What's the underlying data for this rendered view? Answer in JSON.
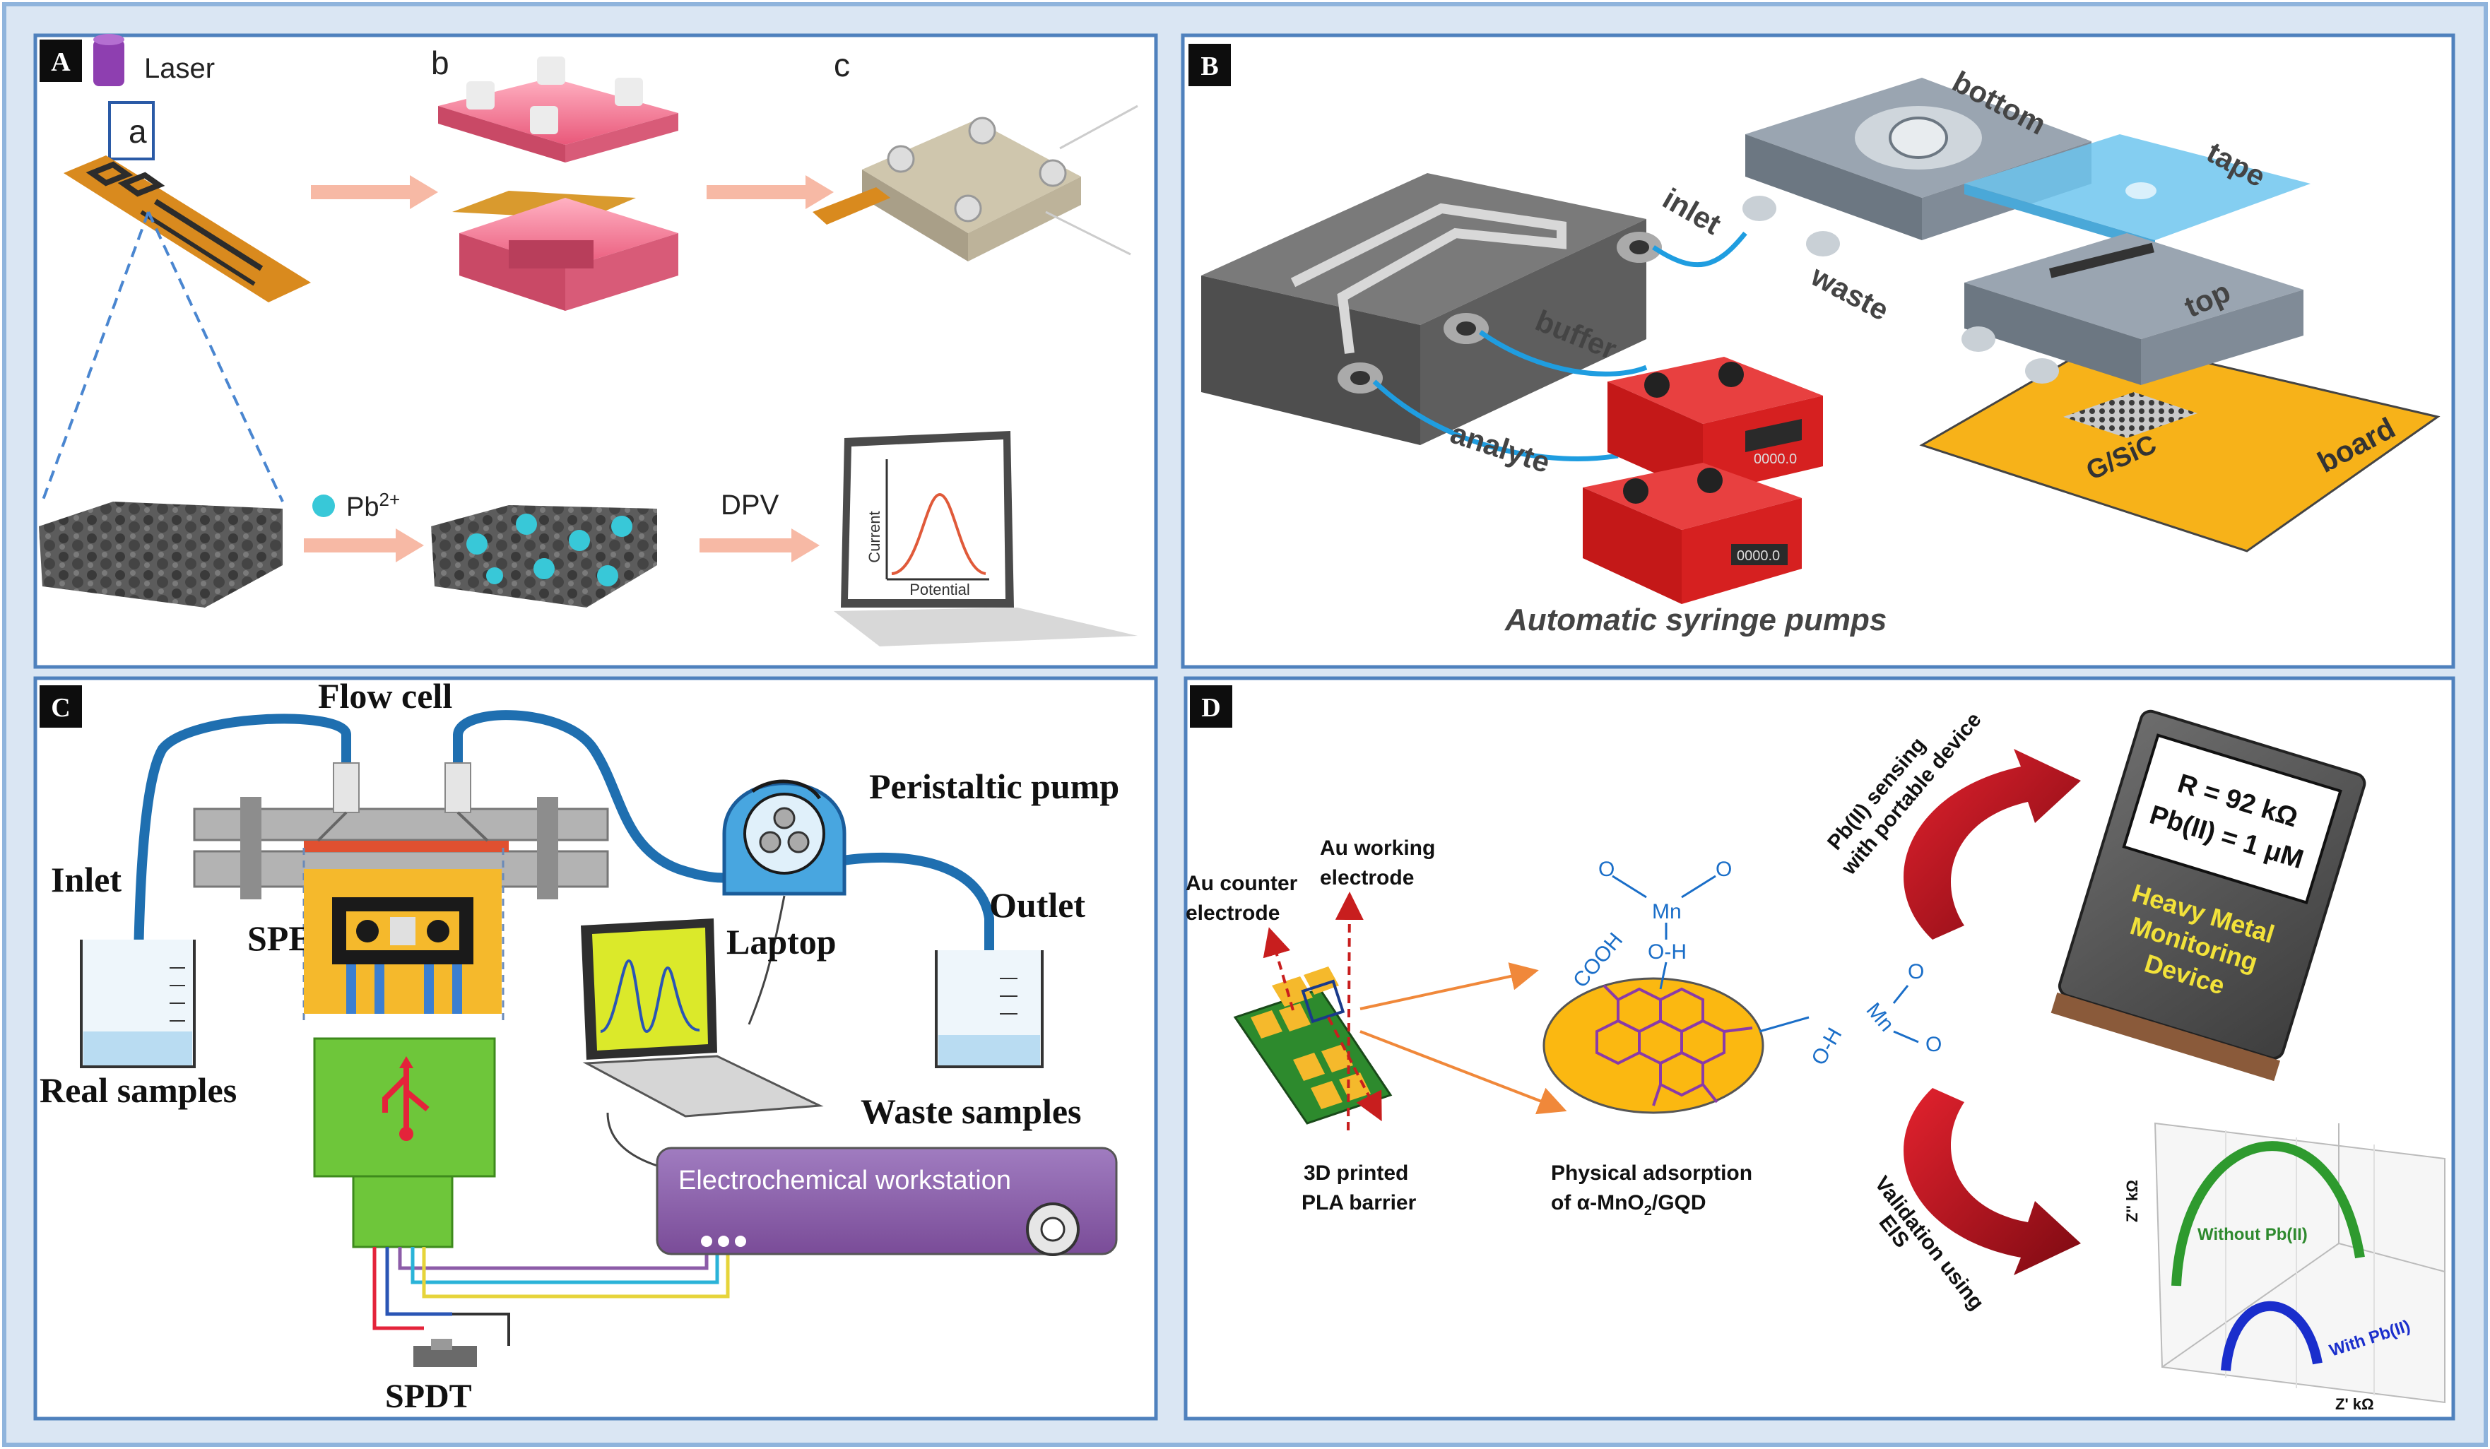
{
  "colors": {
    "outer_border": "#8fb4dc",
    "panel_border": "#4f81bd",
    "frame_bg": "#dae6f3",
    "pink": "#f0708a",
    "cyan": "#38c8d8",
    "gray_block": "#6e6e6e",
    "red_pump": "#d81e1e",
    "orange_board": "#f7b219",
    "tube_blue": "#1f7ec4",
    "purple": "#8c5ca8",
    "green_usb": "#6ec63a",
    "yellow_spe": "#f5b92c",
    "arrow_red": "#b0121e"
  },
  "panels": {
    "a": {
      "badge": "A",
      "laser": "Laser",
      "sub_a": "a",
      "sub_b": "b",
      "sub_c": "c",
      "ion": "Pb",
      "ion_charge": "2+",
      "method": "DPV",
      "plot_y": "Current",
      "plot_x": "Potential"
    },
    "b": {
      "badge": "B",
      "bottom": "bottom",
      "tape": "tape",
      "top": "top",
      "inlet": "inlet",
      "waste": "waste",
      "buffer": "buffer",
      "analyte": "analyte",
      "board": "board",
      "chip": "G/SiC",
      "pumps": "Automatic syringe pumps",
      "pump_display": "0000.0"
    },
    "c": {
      "badge": "C",
      "flow_cell": "Flow cell",
      "pump": "Peristaltic pump",
      "inlet": "Inlet",
      "outlet": "Outlet",
      "spe": "SPE",
      "laptop": "Laptop",
      "real": "Real samples",
      "waste": "Waste samples",
      "workstation": "Electrochemical workstation",
      "spdt": "SPDT"
    },
    "d": {
      "badge": "D",
      "counter_1": "Au counter",
      "counter_2": "electrode",
      "working_1": "Au working",
      "working_2": "electrode",
      "barrier_1": "3D printed",
      "barrier_2": "PLA barrier",
      "adsorption_1": "Physical adsorption",
      "adsorption_2": "of α-MnO",
      "adsorption_sub": "2",
      "adsorption_3": "/GQD",
      "o": "O",
      "mn": "Mn",
      "oh": "O-H",
      "cooh": "COOH",
      "sensing_1": "Pb(II) sensing",
      "sensing_2": "with portable device",
      "validation_1": "Validation using",
      "validation_2": "EIS",
      "reading_r": "R = 92 kΩ",
      "reading_pb": "Pb(II) = 1 μM",
      "device_1": "Heavy Metal",
      "device_2": "Monitoring",
      "device_3": "Device",
      "without": "Without Pb(II)",
      "with": "With Pb(II)",
      "axis_z2": "Z'' kΩ",
      "axis_z1": "Z' kΩ"
    }
  }
}
